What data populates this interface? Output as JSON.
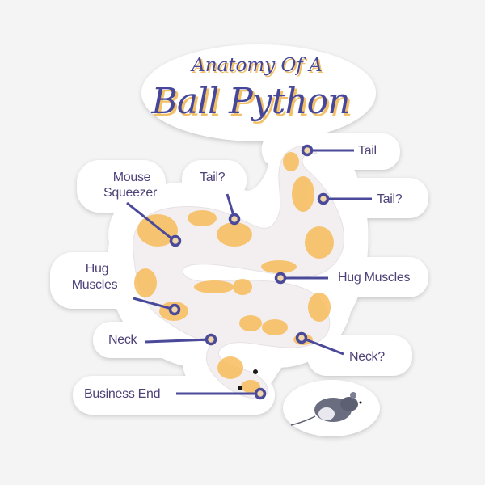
{
  "sticker": {
    "title_line1": "Anatomy Of A",
    "title_line2": "Ball Python",
    "colors": {
      "background": "#f4f4f4",
      "sticker": "#ffffff",
      "label_text": "#4e4278",
      "pointer": "#4b4a9a",
      "title": "#46479a",
      "title_shadow": "#f2c067",
      "snake_base": "#f3eff0",
      "snake_spot": "#f7bd5c",
      "mouse": "#5d6072"
    },
    "labels": [
      {
        "id": "tail",
        "text": "Tail"
      },
      {
        "id": "tail-q-right",
        "text": "Tail?"
      },
      {
        "id": "tail-q-top",
        "text": "Tail?"
      },
      {
        "id": "mouse-squeezer-1",
        "text": "Mouse"
      },
      {
        "id": "mouse-squeezer-2",
        "text": "Squeezer"
      },
      {
        "id": "hug-muscles-left-1",
        "text": "Hug"
      },
      {
        "id": "hug-muscles-left-2",
        "text": "Muscles"
      },
      {
        "id": "hug-muscles-right",
        "text": "Hug Muscles"
      },
      {
        "id": "neck",
        "text": "Neck"
      },
      {
        "id": "neck-q",
        "text": "Neck?"
      },
      {
        "id": "business-end",
        "text": "Business End"
      }
    ]
  }
}
